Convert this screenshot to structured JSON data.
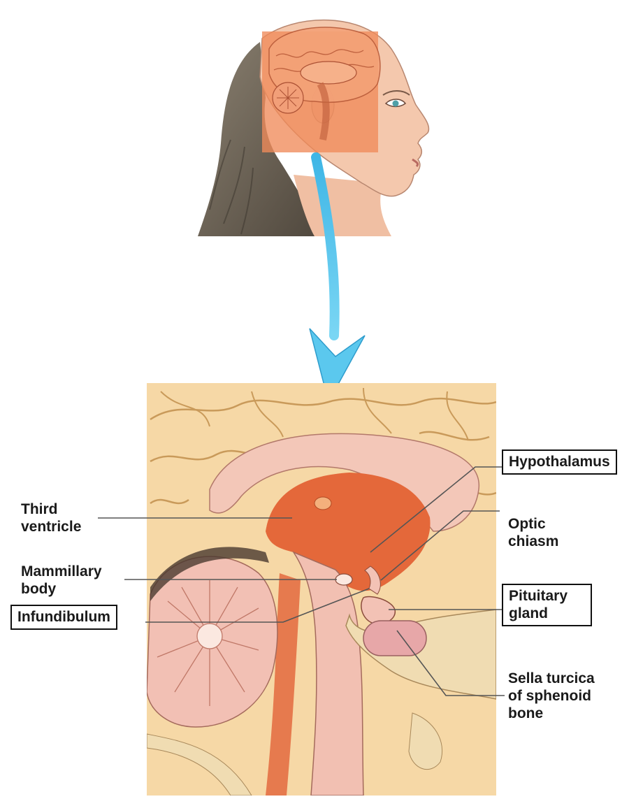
{
  "diagram": {
    "labels": {
      "third_ventricle": "Third\nventricle",
      "mammillary_body": "Mammillary\nbody",
      "infundibulum": "Infundibulum",
      "hypothalamus": "Hypothalamus",
      "optic_chiasm": "Optic\nchiasm",
      "pituitary_gland": "Pituitary\ngland",
      "sella_turcica": "Sella turcica\nof sphenoid\nbone"
    },
    "boxed_labels": [
      "Infundibulum",
      "Hypothalamus",
      "Pituitary\ngland"
    ]
  },
  "colors": {
    "arrow": "#5bc8ee",
    "skin": "#f2c4a8",
    "hair": "#6e6558",
    "highlight_box": "#f08a5a",
    "brain_tan": "#f4d49c",
    "brain_pink": "#f3c2b5",
    "ventricle_orange": "#e4683a",
    "bone": "#f0dcb2",
    "leader_line": "#555555"
  }
}
